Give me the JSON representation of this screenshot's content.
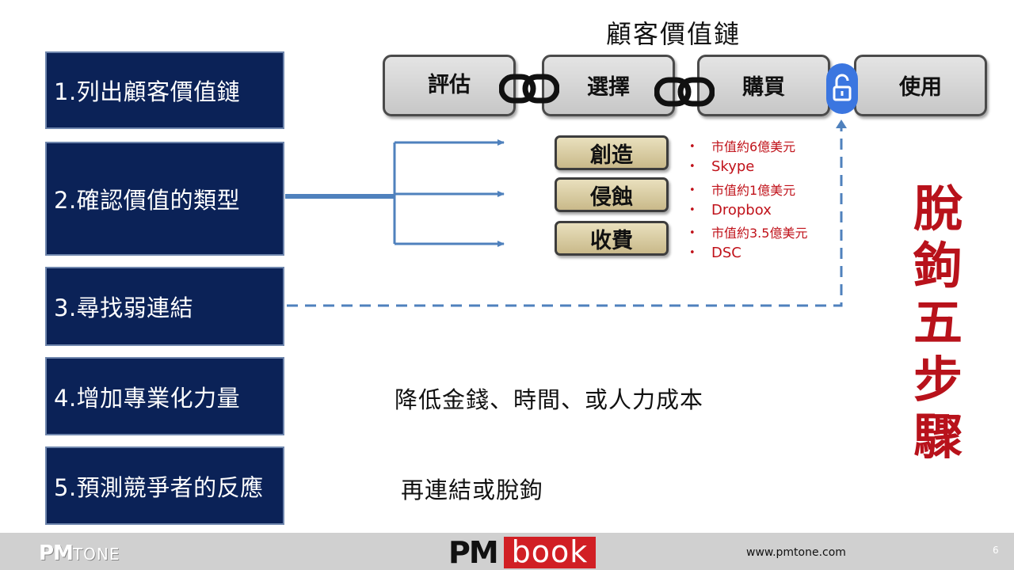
{
  "steps": [
    {
      "label": "1.列出顧客價值鏈"
    },
    {
      "label": "2.確認價值的類型"
    },
    {
      "label": "3.尋找弱連結"
    },
    {
      "label": "4.增加專業化力量"
    },
    {
      "label": "5.預測競爭者的反應"
    }
  ],
  "chain": {
    "title": "顧客價值鏈",
    "links": [
      "評估",
      "選擇",
      "購買",
      "使用"
    ]
  },
  "value_types": [
    {
      "label": "創造",
      "bullets": [
        "市值約6億美元",
        "Skype"
      ]
    },
    {
      "label": "侵蝕",
      "bullets": [
        "市值約1億美元",
        "Dropbox"
      ]
    },
    {
      "label": "收費",
      "bullets": [
        "市值約3.5億美元",
        "DSC"
      ]
    }
  ],
  "notes": {
    "step4": "降低金錢、時間、或人力成本",
    "step5": "再連結或脫鉤"
  },
  "side_title": [
    "脫",
    "鉤",
    "五",
    "步",
    "驟"
  ],
  "footer": {
    "logo_left_pm": "PM",
    "logo_left_tone": "TONE",
    "logo_mid_pm": "PM",
    "logo_mid_book": "book",
    "url": "www.pmtone.com",
    "page": "6"
  },
  "colors": {
    "step_box": "#0b2257",
    "arrow": "#4f81bd",
    "accent_red": "#c0121a",
    "footer": "#d0d0d0"
  }
}
